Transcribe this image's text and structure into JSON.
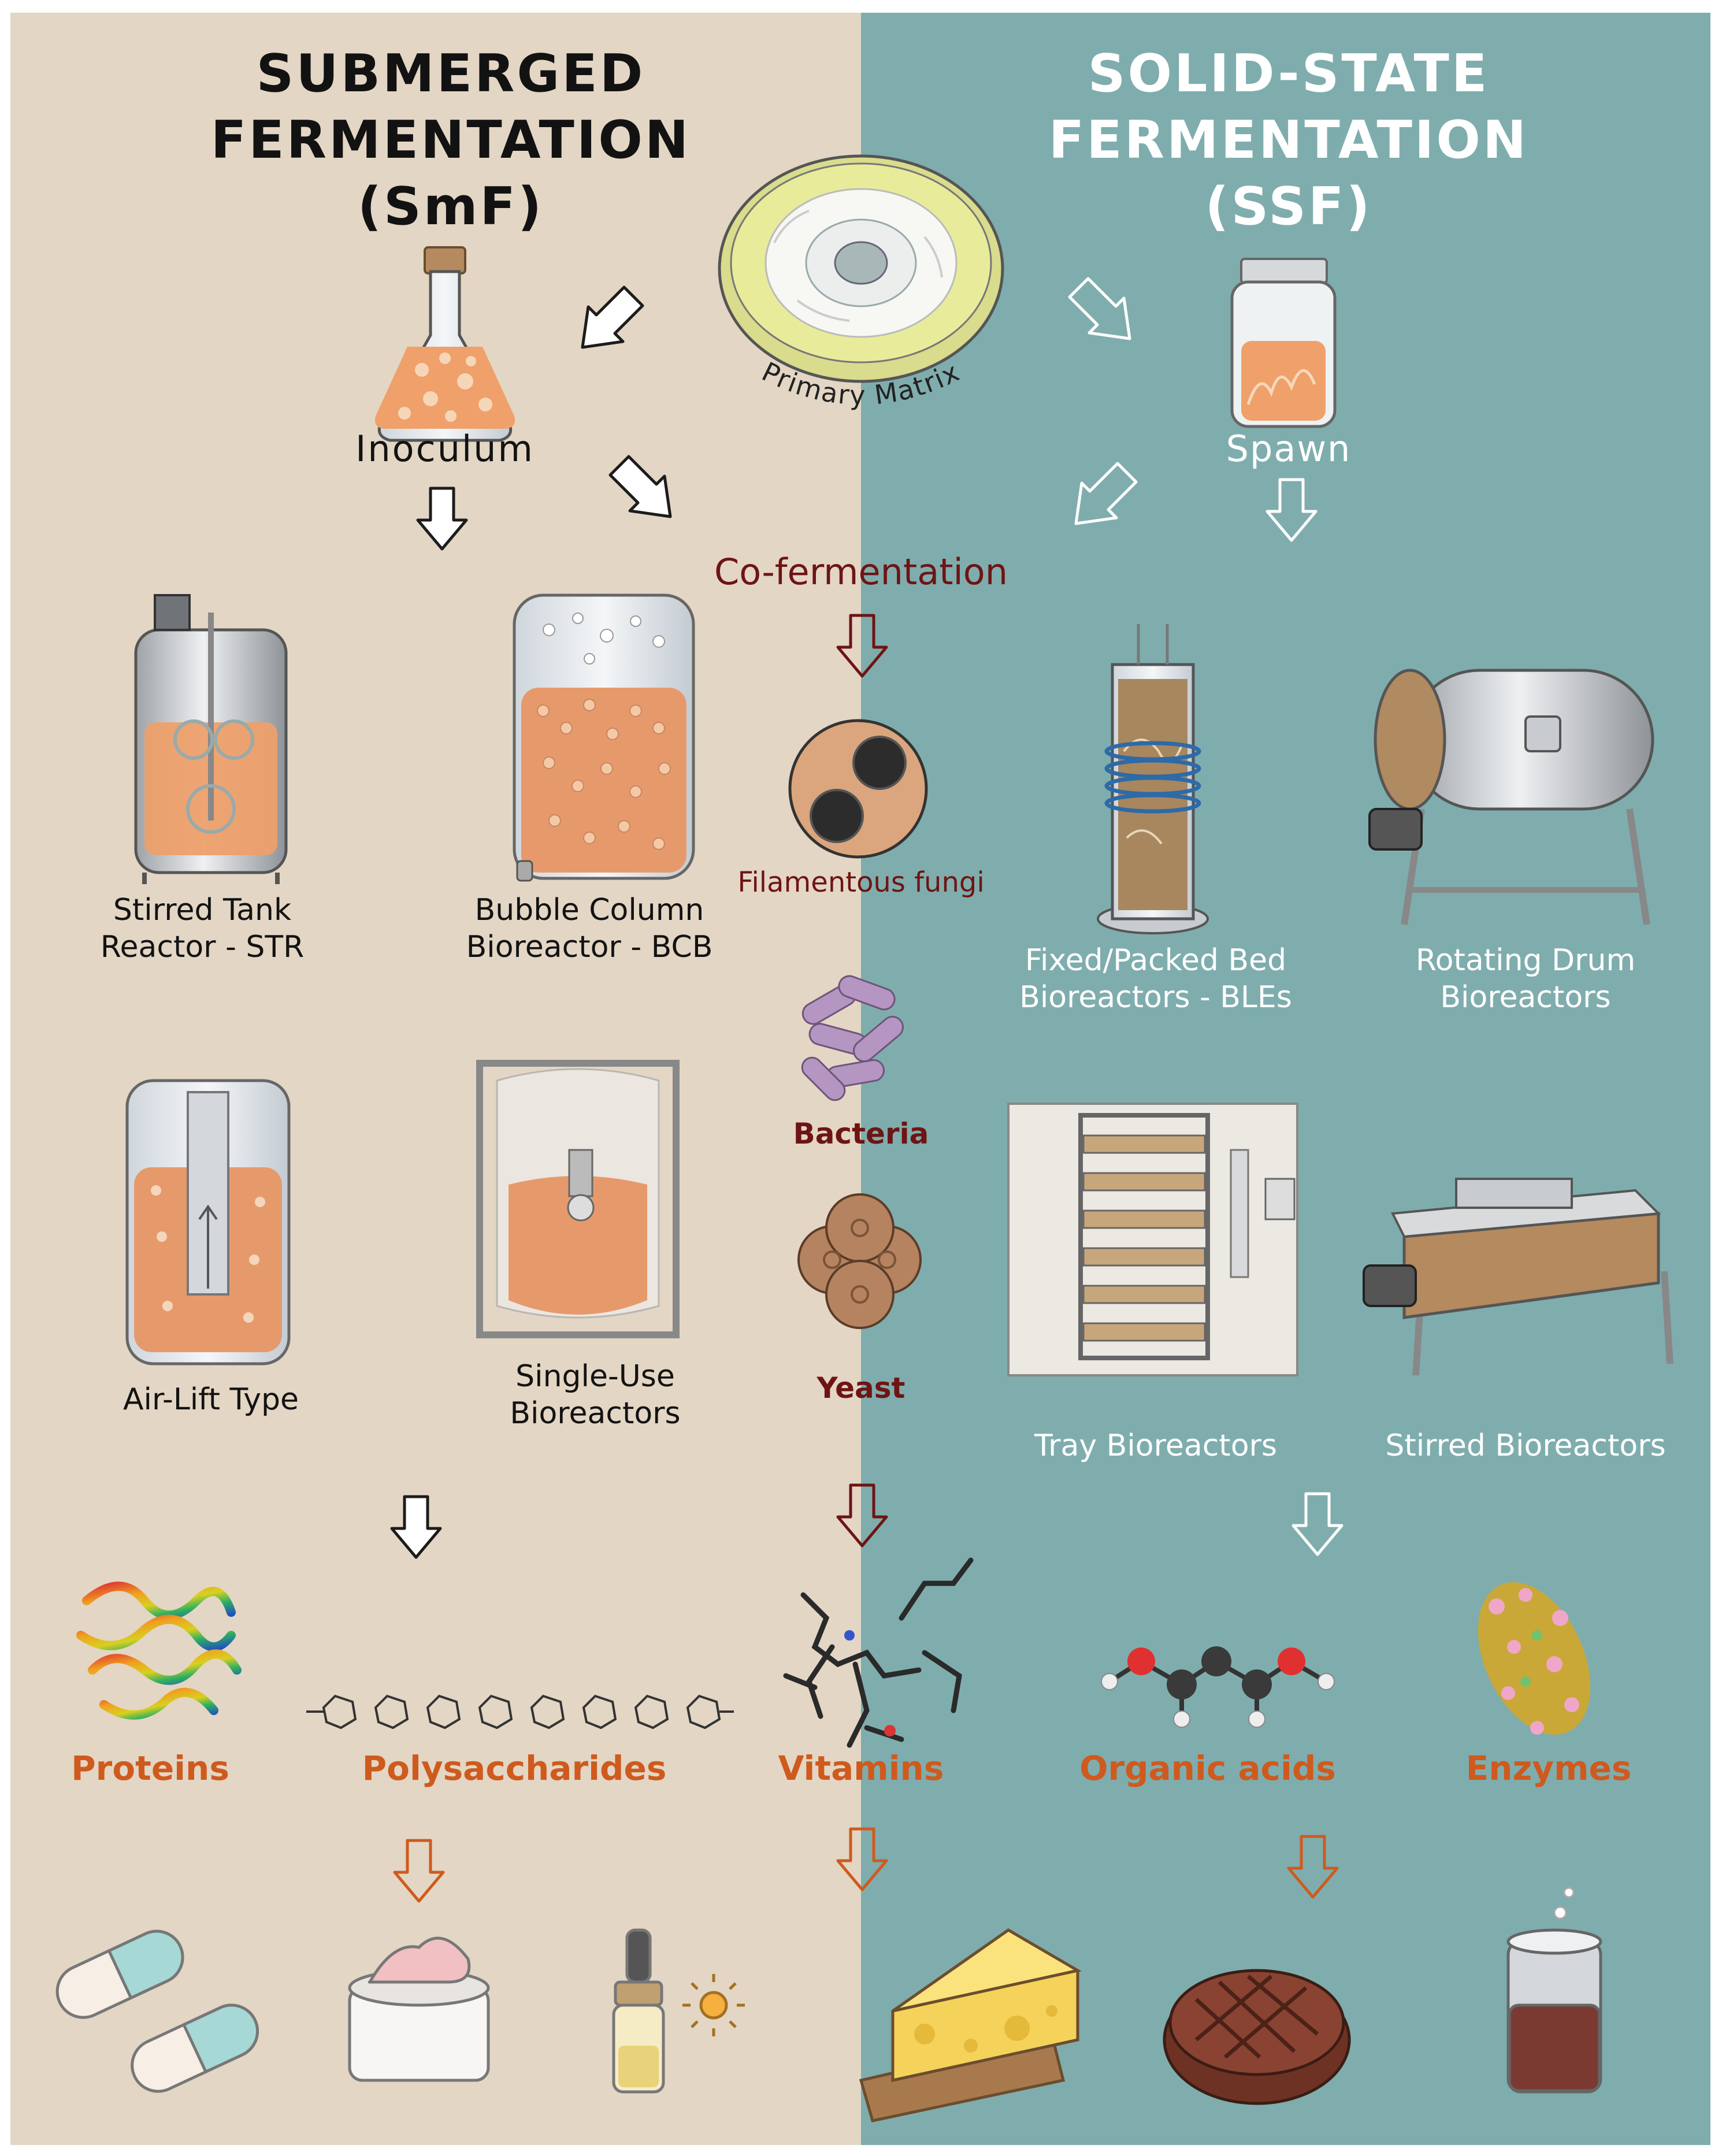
{
  "titles": {
    "smf_line1": "SUBMERGED FERMENTATION",
    "smf_line2": "(SmF)",
    "ssf_line1": "SOLID-STATE FERMENTATION",
    "ssf_line2": "(SSF)"
  },
  "labels": {
    "primary_matrix": "Primary Matrix",
    "inoculum": "Inoculum",
    "spawn": "Spawn",
    "co_fermentation": "Co-fermentation",
    "str_line1": "Stirred Tank",
    "str_line2": "Reactor - STR",
    "bcb_line1": "Bubble Column",
    "bcb_line2": "Bioreactor - BCB",
    "filamentous_fungi": "Filamentous fungi",
    "bacteria": "Bacteria",
    "yeast": "Yeast",
    "fixed_line1": "Fixed/Packed Bed",
    "fixed_line2": "Bioreactors - BLEs",
    "drum_line1": "Rotating Drum",
    "drum_line2": "Bioreactors",
    "air_lift": "Air-Lift Type",
    "single_line1": "Single-Use",
    "single_line2": "Bioreactors",
    "tray": "Tray Bioreactors",
    "stirred_ssf": "Stirred Bioreactors"
  },
  "products": {
    "proteins": "Proteins",
    "polysaccharides": "Polysaccharides",
    "vitamins": "Vitamins",
    "organic_acids": "Organic acids",
    "enzymes": "Enzymes"
  },
  "colors": {
    "smf_background": "#e3d6c4",
    "ssf_background": "#7fadad",
    "product_orange": "#cf5a1e",
    "cofermentation_maroon": "#6e1414",
    "medium_orange": "#e8a06c"
  },
  "icons": [
    "petri-dish-icon",
    "flask-icon",
    "spawn-jar-icon",
    "stirred-tank-icon",
    "bubble-column-icon",
    "fungi-icon",
    "bacteria-icon",
    "yeast-icon",
    "packed-bed-icon",
    "rotating-drum-icon",
    "air-lift-icon",
    "single-use-bag-icon",
    "tray-reactor-icon",
    "stirred-ssf-icon",
    "protein-icon",
    "polysaccharide-icon",
    "vitamin-molecule-icon",
    "organic-acid-icon",
    "enzyme-icon",
    "capsule-icon",
    "cream-jar-icon",
    "dropper-icon",
    "cheese-icon",
    "patty-icon",
    "can-icon"
  ]
}
